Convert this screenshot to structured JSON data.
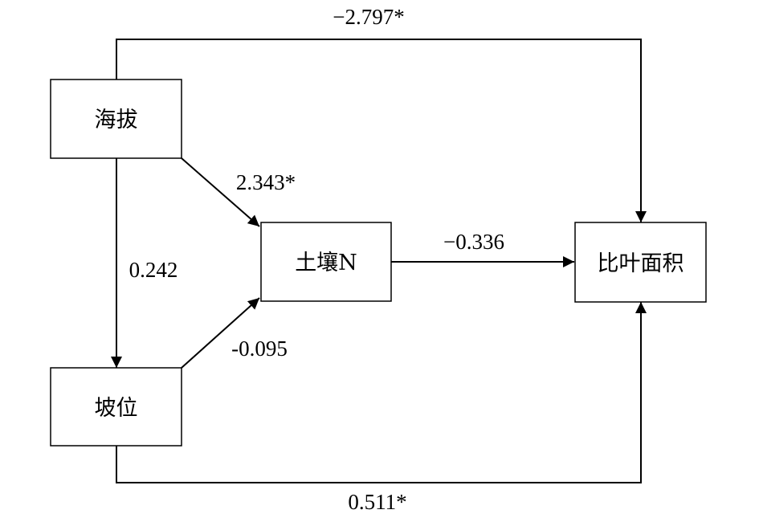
{
  "nodes": {
    "altitude": "海拔",
    "slope_position": "坡位",
    "soil_n": "土壤N",
    "specific_leaf_area": "比叶面积"
  },
  "edges": {
    "altitude_to_sla": "−2.797*",
    "altitude_to_soil_n": "2.343*",
    "altitude_to_slope": "0.242",
    "slope_to_soil_n": "-0.095",
    "soil_n_to_sla": "−0.336",
    "slope_to_sla": "0.511*"
  },
  "colors": {
    "line": "#000000",
    "background": "#ffffff"
  }
}
